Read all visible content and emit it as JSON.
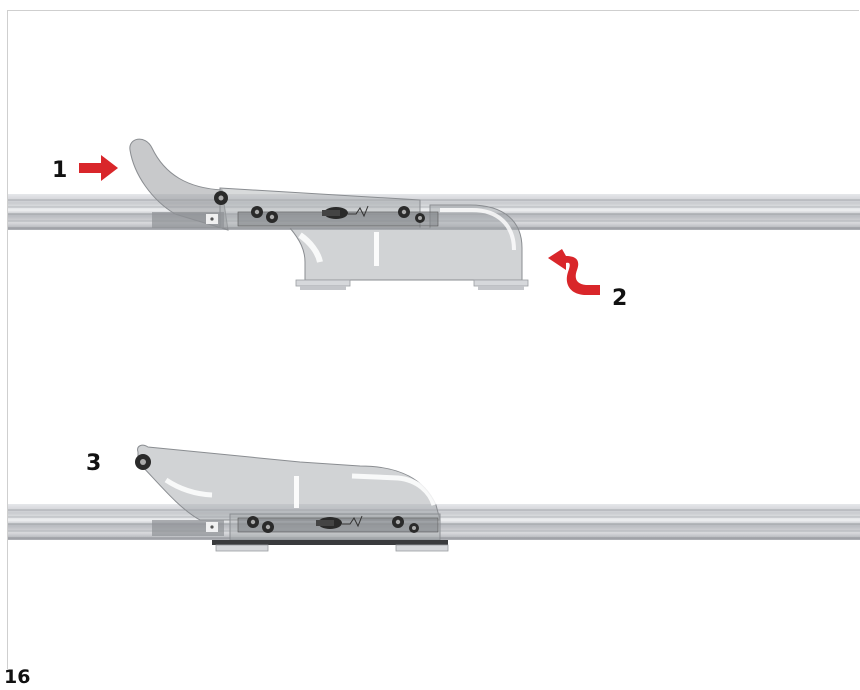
{
  "labels": {
    "step1": "1",
    "step2": "2",
    "step3": "3"
  },
  "page_number": "16",
  "colors": {
    "arrow": "#d9262a",
    "rail_light": "#dcdde0",
    "rail_mid": "#bfc1c5",
    "rail_dark": "#9ea1a6",
    "bracket": "#8c8f93",
    "roller": "#2a2a2a"
  }
}
